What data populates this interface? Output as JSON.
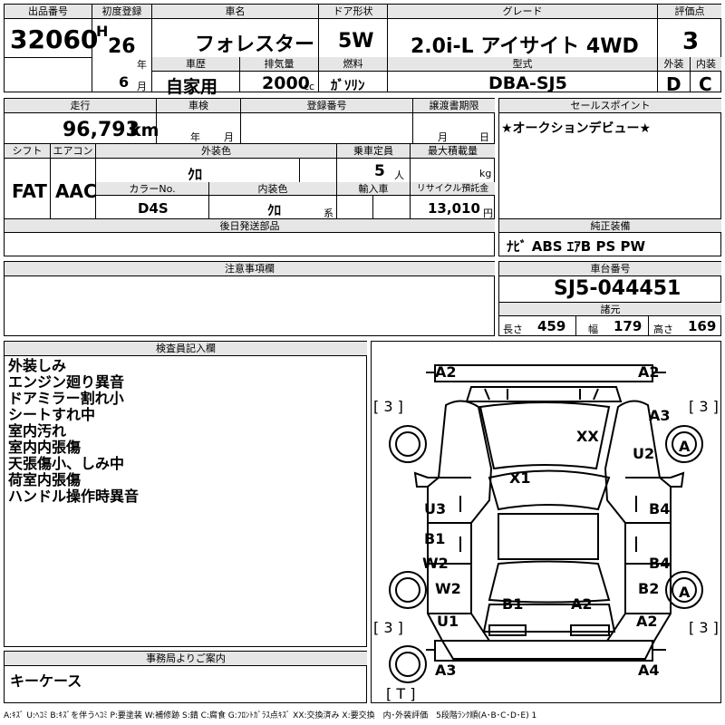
{
  "header": {
    "lot_no_label": "出品番号",
    "lot_no": "32060",
    "first_reg_label": "初度登録",
    "era": "H",
    "reg_year": "26",
    "year_unit": "年",
    "reg_month": "6",
    "month_unit": "月",
    "car_name_label": "車名",
    "car_name": "フォレスター",
    "history_label": "車歴",
    "history": "自家用",
    "displacement_label": "排気量",
    "displacement": "2000",
    "cc_unit": "cc",
    "door_label": "ドア形状",
    "door": "5W",
    "fuel_label": "燃料",
    "fuel": "ｶﾞｿﾘﾝ",
    "grade_label": "グレード",
    "grade": "2.0i-L アイサイト 4WD",
    "model_label": "型式",
    "model": "DBA-SJ5",
    "score_label": "評価点",
    "score": "3",
    "ext_label": "外装",
    "ext": "D",
    "int_label": "内装",
    "int": "C"
  },
  "info": {
    "mileage_label": "走行",
    "mileage": "96,793",
    "km_unit": "km",
    "inspection_label": "車検",
    "insp_year": "年",
    "insp_month": "月",
    "regno_label": "登録番号",
    "transfer_label": "譲渡書期限",
    "transfer_month": "月",
    "transfer_day": "日",
    "shift_label": "シフト",
    "shift": "FAT",
    "ac_label": "エアコン",
    "ac": "AAC",
    "color_label": "外装色",
    "color": "ｸﾛ",
    "capacity_label": "乗車定員",
    "capacity": "5",
    "person_unit": "人",
    "load_label": "最大積載量",
    "kg_unit": "kg",
    "colorno_label": "カラーNo.",
    "colorno": "D4S",
    "intcolor_label": "内装色",
    "intcolor": "ｸﾛ",
    "kei": "系",
    "import_label": "輸入車",
    "recycle_label": "リサイクル預託金",
    "recycle": "13,010",
    "yen": "円",
    "later_label": "後日発送部品",
    "selling_label": "セールスポイント",
    "selling": "★オークションデビュー★",
    "equip_label": "純正装備",
    "equip": "ﾅﾋﾞ ABS ｴｱB PS PW",
    "caution_label": "注意事項欄",
    "chassis_label": "車台番号",
    "chassis": "SJ5-044451",
    "spec_label": "諸元",
    "len_label": "長さ",
    "len": "459",
    "wid_label": "幅",
    "wid": "179",
    "hei_label": "高さ",
    "hei": "169"
  },
  "inspector": {
    "label": "検査員記入欄",
    "notes": [
      "外装しみ",
      "エンジン廻り異音",
      "ドアミラー割れ小",
      "シートすれ中",
      "室内汚れ",
      "室内内張傷",
      "天張傷小、しみ中",
      "荷室内張傷",
      "ハンドル操作時異音"
    ]
  },
  "office": {
    "label": "事務局よりご案内",
    "text": "キーケース"
  },
  "legend": "A:ｷｽﾞ U:ﾍｺﾐ B:ｷｽﾞを伴うﾍｺﾐ P:要塗装 W:補修跡 S:錆 C:腐食 G:ﾌﾛﾝﾄｶﾞﾗｽ点ｷｽﾞ XX:交換済み X:要交換　内･外装評価　5段階ﾗﾝｸ順(A･B･C･D･E) 1",
  "diagram": {
    "marks": [
      "A2",
      "A2",
      "A3",
      "XX",
      "U2",
      "A",
      "X1",
      "U3",
      "B4",
      "B1",
      "W2",
      "B4",
      "W2",
      "B2",
      "A",
      "B1",
      "A2",
      "U1",
      "A2",
      "A3",
      "A4"
    ],
    "tires": [
      "[ 3 ]",
      "[ 3 ]",
      "[ 3 ]",
      "[ 3 ]",
      "[ T ]"
    ]
  }
}
